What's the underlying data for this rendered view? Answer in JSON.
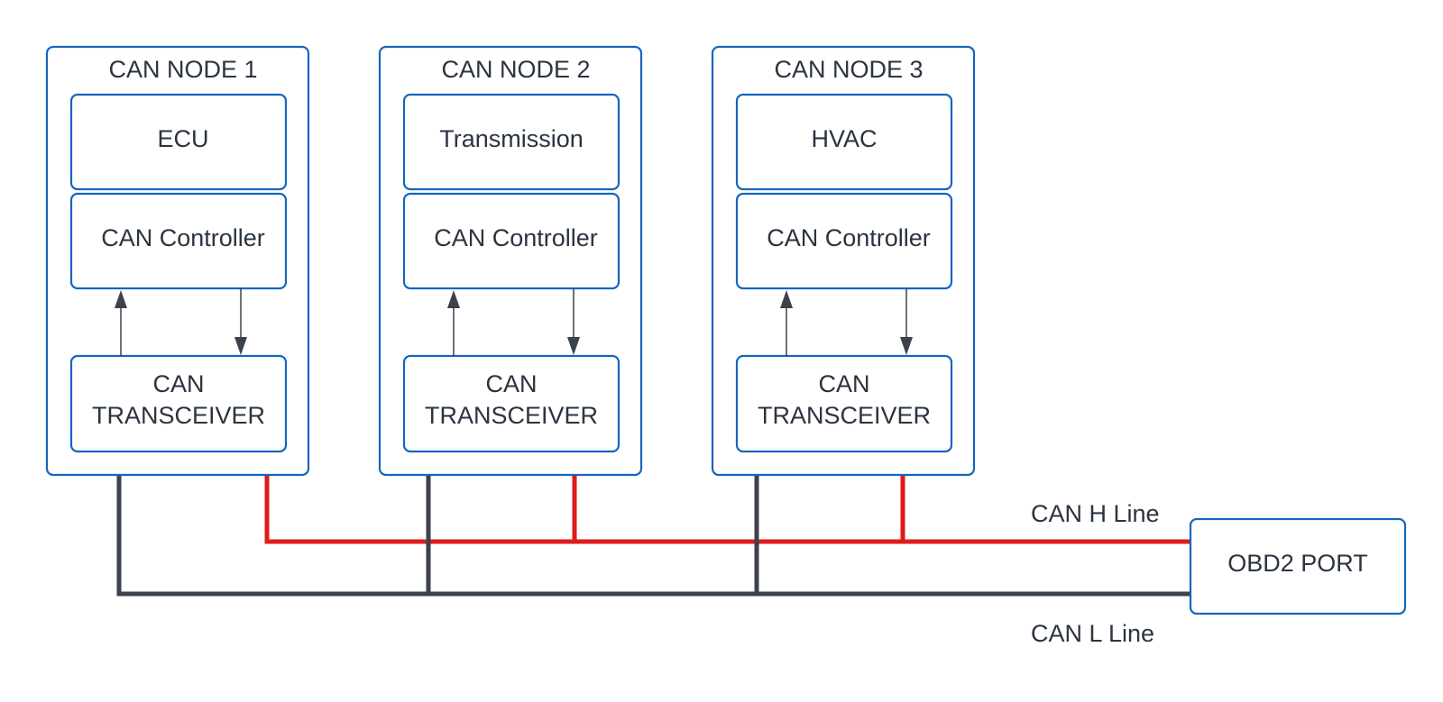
{
  "nodes": [
    {
      "title": "CAN NODE 1",
      "module": "ECU",
      "controller": "CAN Controller",
      "transceiver_line1": "CAN",
      "transceiver_line2": "TRANSCEIVER"
    },
    {
      "title": "CAN NODE 2",
      "module": "Transmission",
      "controller": "CAN Controller",
      "transceiver_line1": "CAN",
      "transceiver_line2": "TRANSCEIVER"
    },
    {
      "title": "CAN NODE 3",
      "module": "HVAC",
      "controller": "CAN Controller",
      "transceiver_line1": "CAN",
      "transceiver_line2": "TRANSCEIVER"
    }
  ],
  "port": {
    "label": "OBD2 PORT"
  },
  "lines": {
    "high": "CAN H Line",
    "low": "CAN L Line"
  },
  "colors": {
    "box_border": "#1565c0",
    "can_high": "#e01b1b",
    "can_low": "#3b424b",
    "text": "#2b3440"
  }
}
